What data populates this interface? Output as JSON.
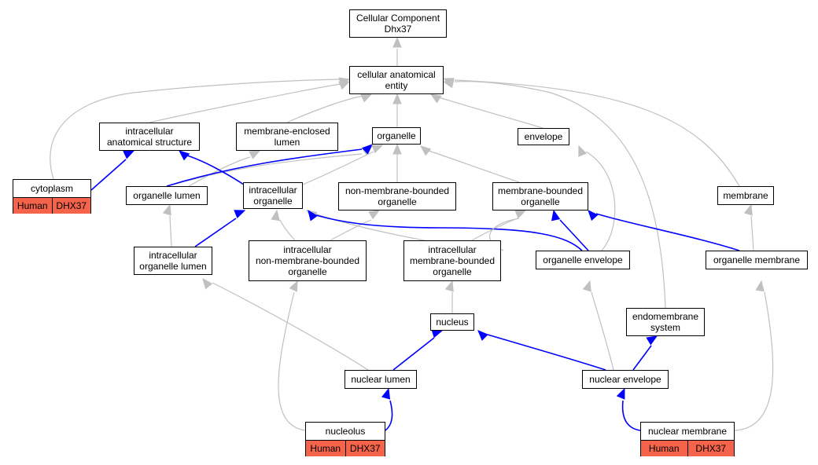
{
  "colors": {
    "grey_edge": "#c0c0c0",
    "blue_edge": "#0000ff",
    "annotation_fill": "#f4634a",
    "node_border": "#000000"
  },
  "nodes": {
    "root": "Cellular Component\nDhx37",
    "cellular_anatomical_entity": "cellular anatomical\nentity",
    "intracellular_anatomical_structure": "intracellular\nanatomical structure",
    "membrane_enclosed_lumen": "membrane-enclosed\nlumen",
    "organelle": "organelle",
    "envelope": "envelope",
    "cytoplasm": "cytoplasm",
    "organelle_lumen": "organelle lumen",
    "intracellular_organelle": "intracellular\norganelle",
    "non_membrane_bounded_organelle": "non-membrane-bounded\norganelle",
    "membrane_bounded_organelle": "membrane-bounded\norganelle",
    "membrane": "membrane",
    "intracellular_organelle_lumen": "intracellular\norganelle lumen",
    "intracellular_non_membrane_bounded_organelle": "intracellular\nnon-membrane-bounded\norganelle",
    "intracellular_membrane_bounded_organelle": "intracellular\nmembrane-bounded\norganelle",
    "organelle_envelope": "organelle envelope",
    "organelle_membrane": "organelle membrane",
    "nucleus": "nucleus",
    "endomembrane_system": "endomembrane\nsystem",
    "nuclear_lumen": "nuclear lumen",
    "nuclear_envelope": "nuclear envelope",
    "nucleolus": "nucleolus",
    "nuclear_membrane": "nuclear membrane"
  },
  "annotations": {
    "cytoplasm": {
      "species": "Human",
      "gene": "DHX37"
    },
    "nucleolus": {
      "species": "Human",
      "gene": "DHX37"
    },
    "nuclear_membrane": {
      "species": "Human",
      "gene": "DHX37"
    }
  }
}
